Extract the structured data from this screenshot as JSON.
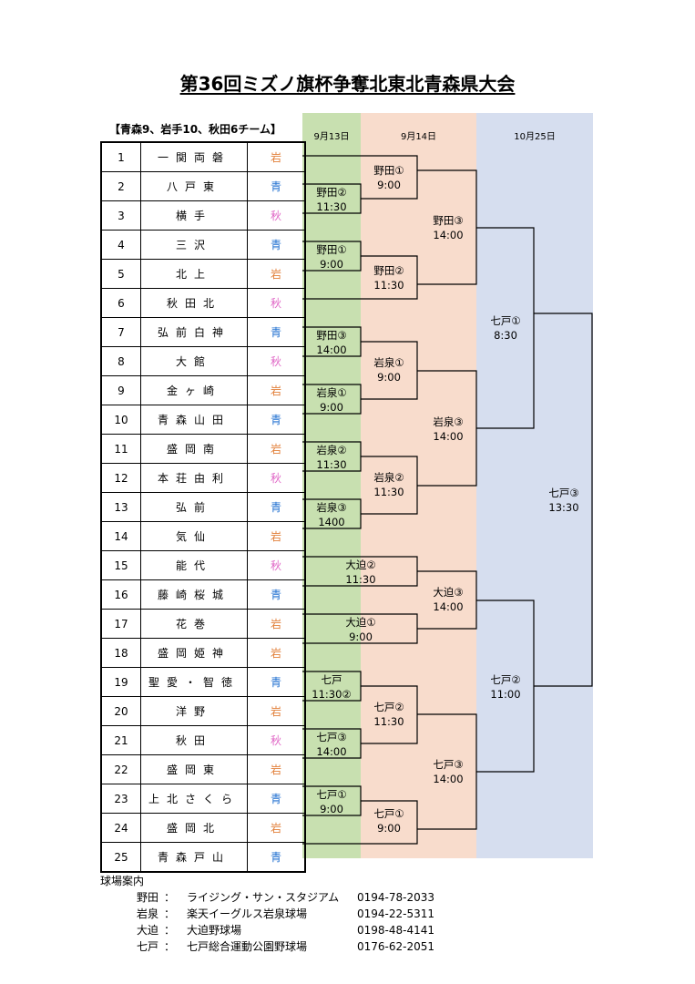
{
  "title": "第36回ミズノ旗杯争奪北東北青森県大会",
  "subtitle": "【青森9、岩手10、秋田6チーム】",
  "dates": [
    "9月13日",
    "9月14日",
    "10月25日"
  ],
  "colors": {
    "band1": "#c8e0b0",
    "band2": "#f8dccc",
    "band3": "#d6deef",
    "aomori": "#1f6fd0",
    "iwate": "#e2803a",
    "akita": "#e066c6"
  },
  "teams": [
    {
      "num": "1",
      "name": "一関両磐",
      "pref": "岩"
    },
    {
      "num": "2",
      "name": "八戸東",
      "pref": "青"
    },
    {
      "num": "3",
      "name": "横手",
      "pref": "秋"
    },
    {
      "num": "4",
      "name": "三沢",
      "pref": "青"
    },
    {
      "num": "5",
      "name": "北上",
      "pref": "岩"
    },
    {
      "num": "6",
      "name": "秋田北",
      "pref": "秋"
    },
    {
      "num": "7",
      "name": "弘前白神",
      "pref": "青"
    },
    {
      "num": "8",
      "name": "大館",
      "pref": "秋"
    },
    {
      "num": "9",
      "name": "金ヶ崎",
      "pref": "岩"
    },
    {
      "num": "10",
      "name": "青森山田",
      "pref": "青"
    },
    {
      "num": "11",
      "name": "盛岡南",
      "pref": "岩"
    },
    {
      "num": "12",
      "name": "本荘由利",
      "pref": "秋"
    },
    {
      "num": "13",
      "name": "弘前",
      "pref": "青"
    },
    {
      "num": "14",
      "name": "気仙",
      "pref": "岩"
    },
    {
      "num": "15",
      "name": "能代",
      "pref": "秋"
    },
    {
      "num": "16",
      "name": "藤崎桜城",
      "pref": "青"
    },
    {
      "num": "17",
      "name": "花巻",
      "pref": "岩"
    },
    {
      "num": "18",
      "name": "盛岡姫神",
      "pref": "岩"
    },
    {
      "num": "19",
      "name": "聖愛・智徳",
      "pref": "青"
    },
    {
      "num": "20",
      "name": "洋野",
      "pref": "岩"
    },
    {
      "num": "21",
      "name": "秋田",
      "pref": "秋"
    },
    {
      "num": "22",
      "name": "盛岡東",
      "pref": "岩"
    },
    {
      "num": "23",
      "name": "上北さくら",
      "pref": "青"
    },
    {
      "num": "24",
      "name": "盛岡北",
      "pref": "岩"
    },
    {
      "num": "25",
      "name": "青森戸山",
      "pref": "青"
    }
  ],
  "games": {
    "g1": {
      "venue": "野田②",
      "time": "11:30"
    },
    "g2": {
      "venue": "野田①",
      "time": "9:00"
    },
    "g3": {
      "venue": "野田③",
      "time": "14:00"
    },
    "g4": {
      "venue": "岩泉①",
      "time": "9:00"
    },
    "g5": {
      "venue": "岩泉②",
      "time": "11:30"
    },
    "g6": {
      "venue": "岩泉③",
      "time": "1400"
    },
    "g7": {
      "venue": "七戸",
      "time": "11:30②"
    },
    "g8": {
      "venue": "七戸③",
      "time": "14:00"
    },
    "g9": {
      "venue": "七戸①",
      "time": "9:00"
    },
    "s1": {
      "venue": "野田①",
      "time": "9:00"
    },
    "s2": {
      "venue": "野田②",
      "time": "11:30"
    },
    "s3": {
      "venue": "岩泉①",
      "time": "9:00"
    },
    "s4": {
      "venue": "岩泉②",
      "time": "11:30"
    },
    "s5": {
      "venue": "大迫②",
      "time": "11:30"
    },
    "s6": {
      "venue": "大迫①",
      "time": "9:00"
    },
    "s7": {
      "venue": "七戸②",
      "time": "11:30"
    },
    "s8": {
      "venue": "七戸①",
      "time": "9:00"
    },
    "t1": {
      "venue": "野田③",
      "time": "14:00"
    },
    "t2": {
      "venue": "岩泉③",
      "time": "14:00"
    },
    "t3": {
      "venue": "大迫③",
      "time": "14:00"
    },
    "t4": {
      "venue": "七戸③",
      "time": "14:00"
    },
    "q1": {
      "venue": "七戸①",
      "time": "8:30"
    },
    "q2": {
      "venue": "七戸②",
      "time": "11:00"
    },
    "f": {
      "venue": "七戸③",
      "time": "13:30"
    }
  },
  "venue_heading": "球場案内",
  "venues": [
    {
      "abbr": "野田",
      "sep": "：",
      "name": "ライジング・サン・スタジアム",
      "tel": "0194-78-2033"
    },
    {
      "abbr": "岩泉",
      "sep": "：",
      "name": "楽天イーグルス岩泉球場",
      "tel": "0194-22-5311"
    },
    {
      "abbr": "大迫",
      "sep": "：",
      "name": "大迫野球場",
      "tel": "0198-48-4141"
    },
    {
      "abbr": "七戸",
      "sep": "：",
      "name": "七戸総合運動公園野球場",
      "tel": "0176-62-2051"
    }
  ]
}
